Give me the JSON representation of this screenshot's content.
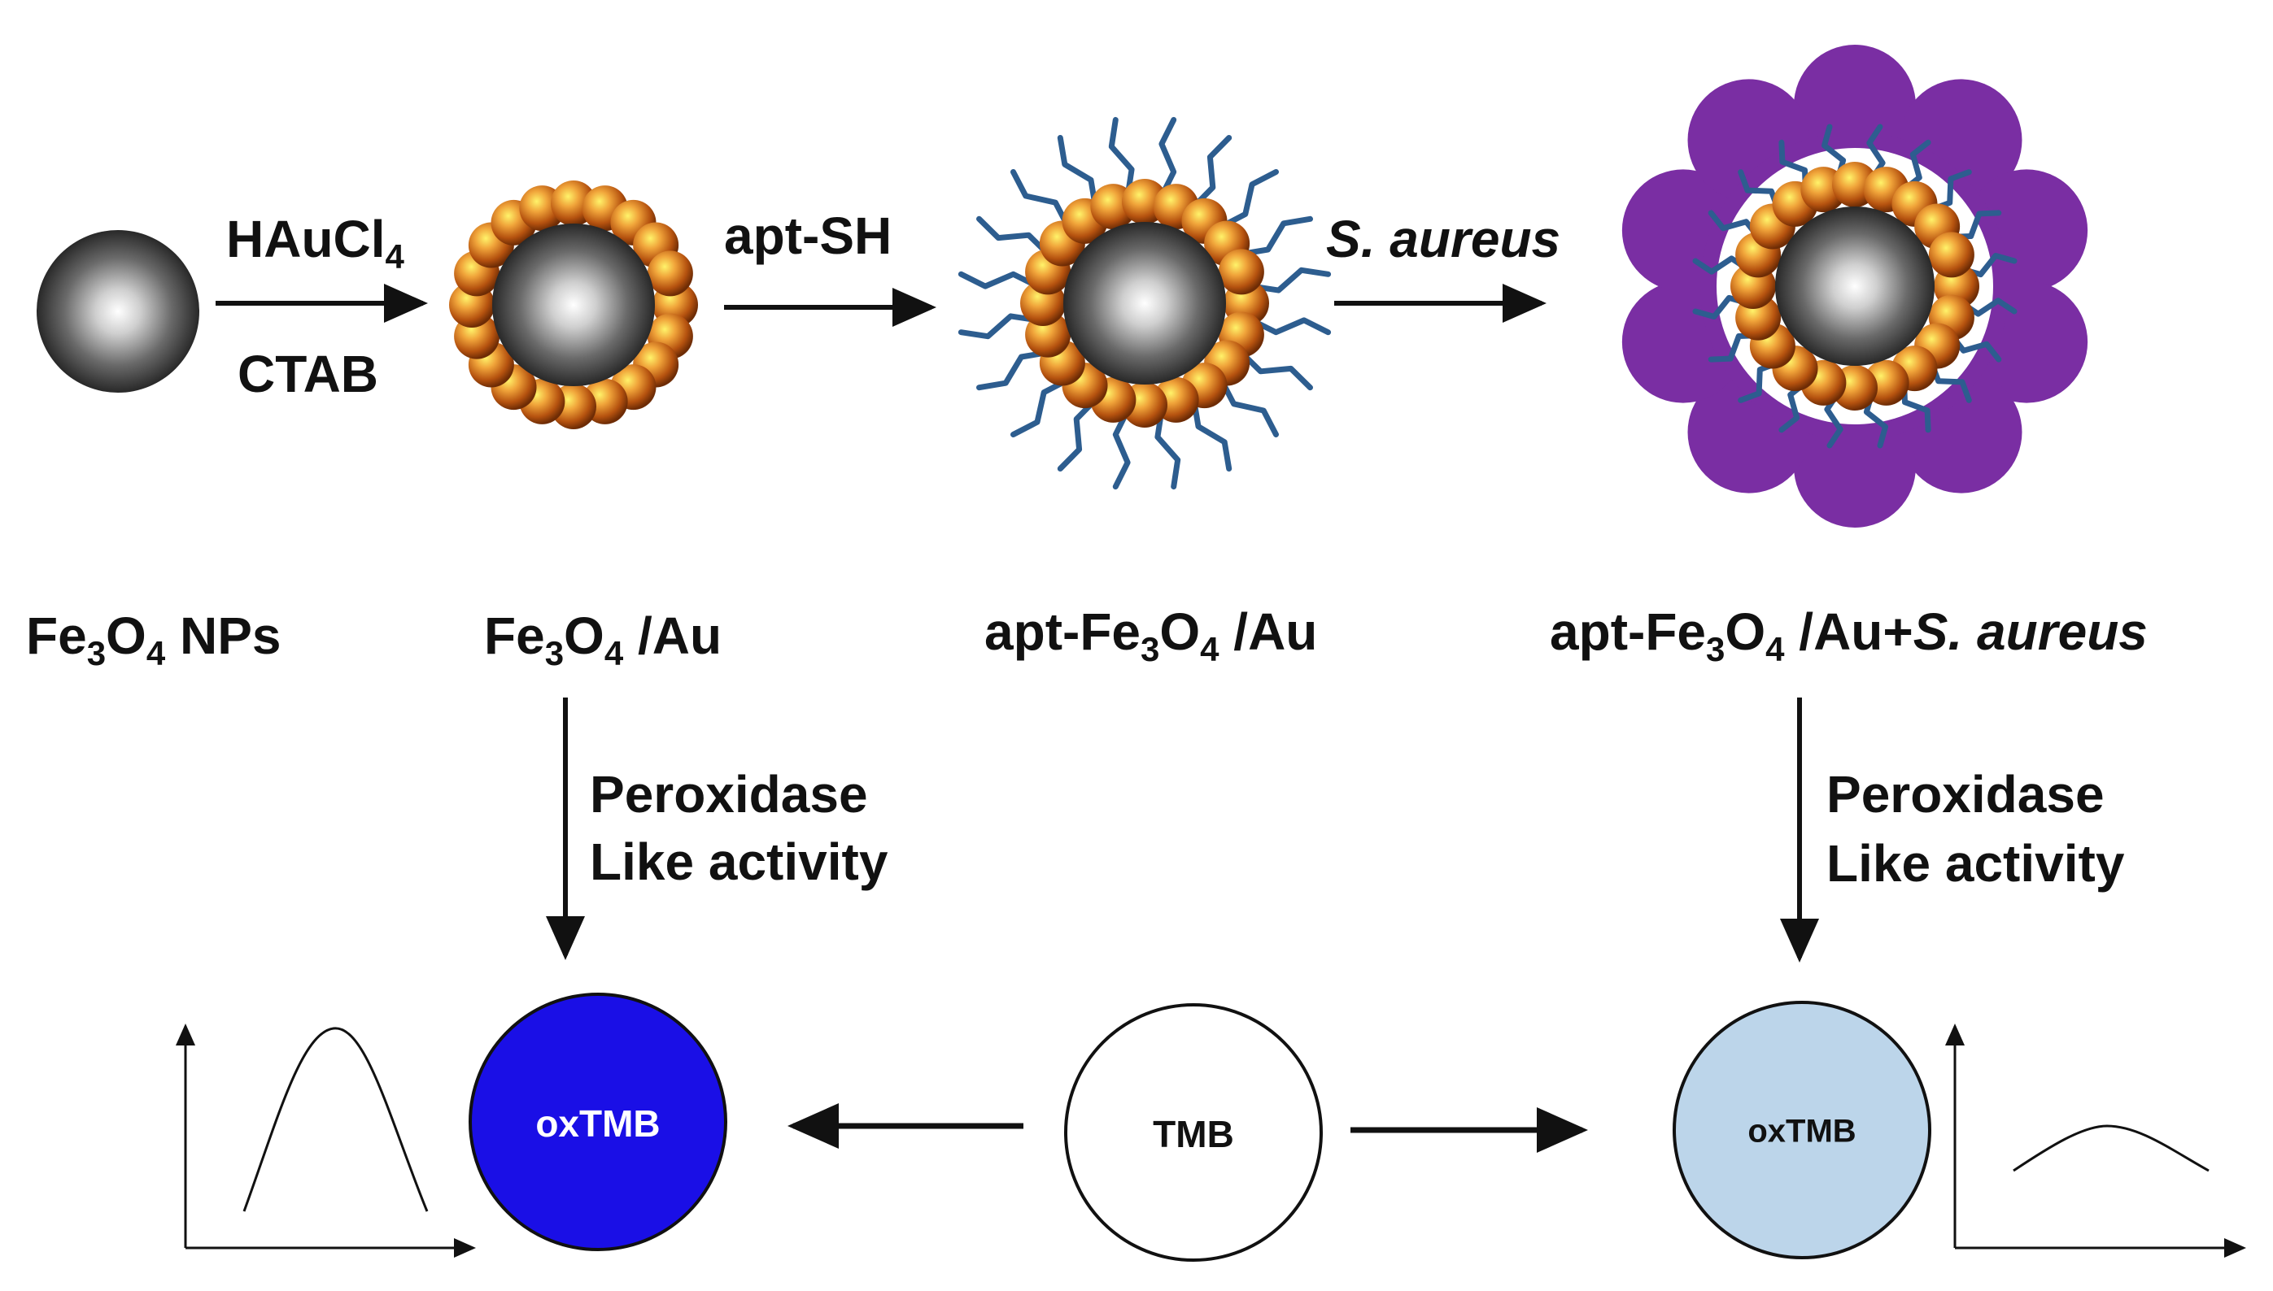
{
  "reagents": {
    "step1_top_main": "HAuCl",
    "step1_top_sub": "4",
    "step1_bottom": "CTAB",
    "step2": "apt-SH",
    "step3": "S. aureus"
  },
  "labels": {
    "np": {
      "a": "Fe",
      "s1": "3",
      "b": "O",
      "s2": "4",
      "c": " NPs"
    },
    "feau": {
      "a": "Fe",
      "s1": "3",
      "b": "O",
      "s2": "4",
      "c": " /Au"
    },
    "aptfeau": {
      "a": "apt-Fe",
      "s1": "3",
      "b": "O",
      "s2": "4",
      "c": " /Au"
    },
    "aptfeau_sa": {
      "a": "apt-Fe",
      "s1": "3",
      "b": "O",
      "s2": "4",
      "c": " /Au+",
      "d": "S. aureus"
    }
  },
  "activity": {
    "left_line1": "Peroxidase",
    "left_line2": "Like activity",
    "right_line1": "Peroxidase",
    "right_line2": "Like activity"
  },
  "circles": {
    "left": "oxTMB",
    "center": "TMB",
    "right": "oxTMB"
  },
  "colors": {
    "dark_blue": "#1a0fe6",
    "light_blue": "#bcd5ea",
    "purple": "#7a2ea3",
    "gold": "#d9892a",
    "aptamer": "#2d5d8f",
    "core": "#2a2a2a"
  }
}
